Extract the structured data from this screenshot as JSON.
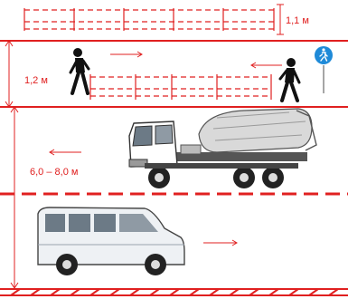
{
  "labels": {
    "barrier_height": "1,1 м",
    "sidewalk_width": "1,2 м",
    "roadway_width": "6,0 – 8,0 м"
  },
  "colors": {
    "marking_red": "#e02020",
    "pedestrian_sign_blue": "#1e8ad8",
    "truck_cab": "#ffffff",
    "mixer_drum": "#d9d9d9",
    "van_body": "#eef1f4"
  },
  "icons": {
    "pedestrian_left": "pedestrian-icon",
    "pedestrian_right": "pedestrian-icon",
    "pedestrian_sign": "pedestrian-sign-icon",
    "truck": "concrete-mixer-truck-icon",
    "van": "minibus-van-icon"
  }
}
